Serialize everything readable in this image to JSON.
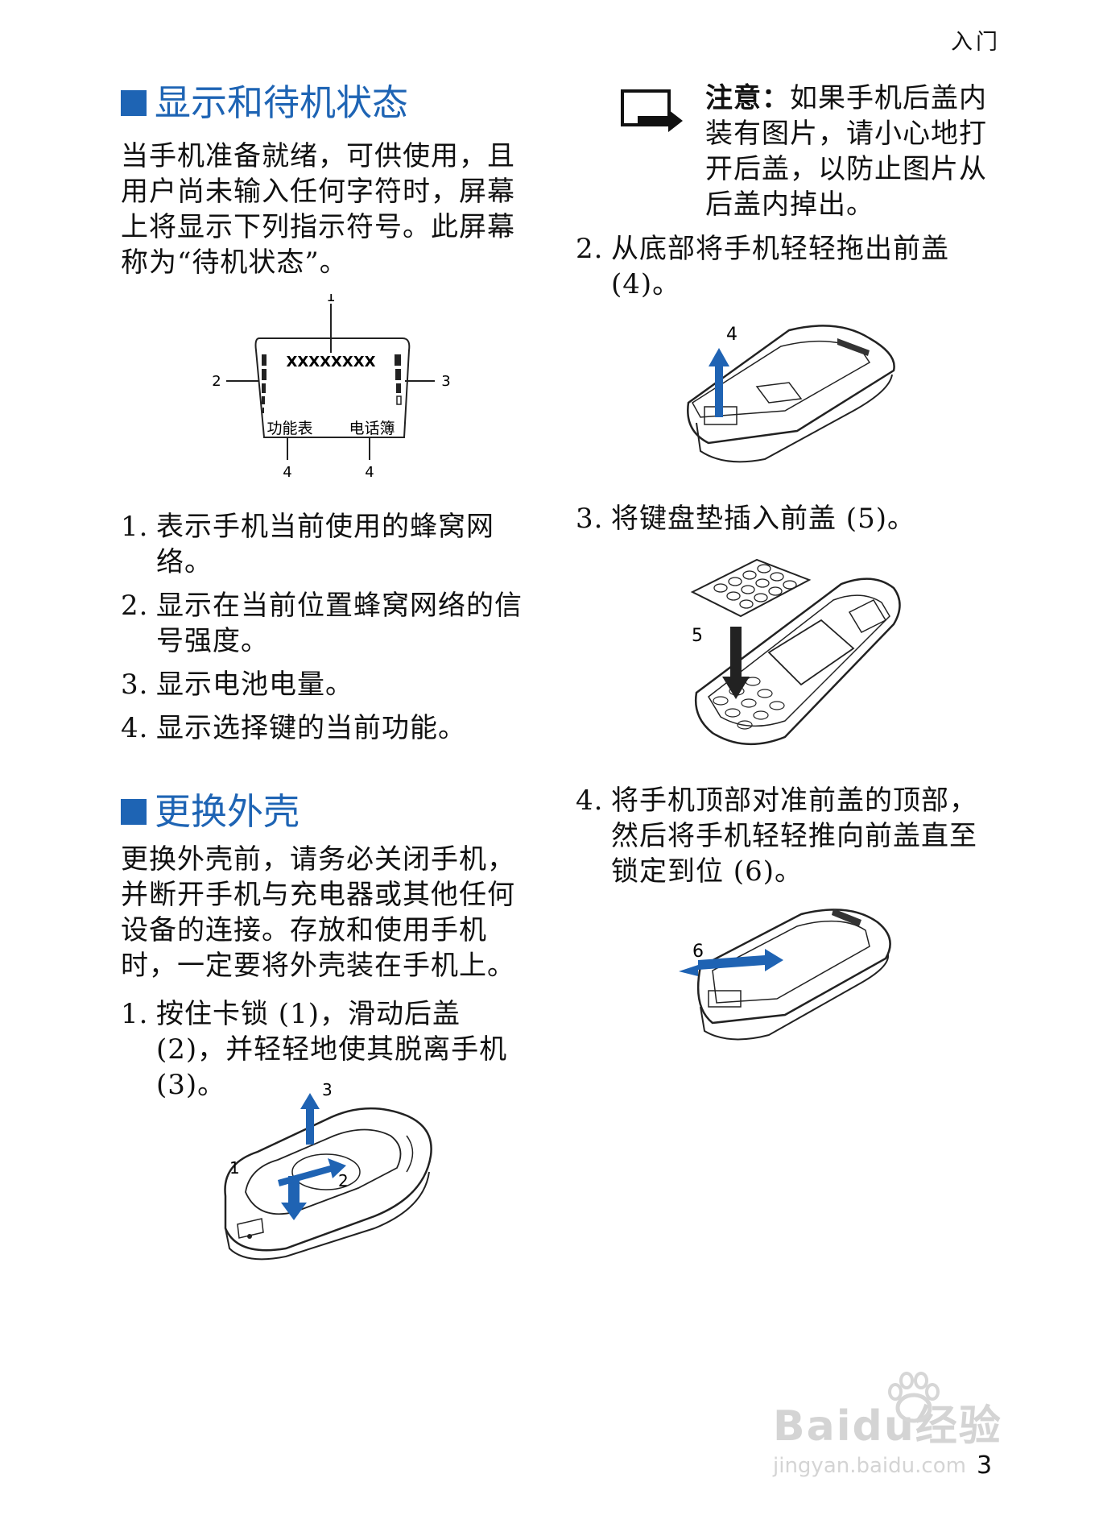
{
  "header": {
    "chapter": "入门"
  },
  "section1": {
    "title": "显示和待机状态",
    "intro": "当手机准备就绪，可供使用，且用户尚未输入任何字符时，屏幕上将显示下列指示符号。此屏幕称为“待机状态”。",
    "diagram": {
      "screen_text": "XXXXXXXX",
      "left_softkey": "功能表",
      "right_softkey": "电话簿",
      "callout_1": "1",
      "callout_2": "2",
      "callout_3": "3",
      "callout_4a": "4",
      "callout_4b": "4"
    },
    "items": [
      {
        "num": "1.",
        "text": "表示手机当前使用的蜂窝网络。"
      },
      {
        "num": "2.",
        "text": "显示在当前位置蜂窝网络的信号强度。"
      },
      {
        "num": "3.",
        "text": "显示电池电量。"
      },
      {
        "num": "4.",
        "text": "显示选择键的当前功能。"
      }
    ]
  },
  "section2": {
    "title": "更换外壳",
    "intro": "更换外壳前，请务必关闭手机，并断开手机与充电器或其他任何设备的连接。存放和使用手机时，一定要将外壳装在手机上。",
    "step1": {
      "num": "1.",
      "text": "按住卡锁 (1)，滑动后盖 (2)，并轻轻地使其脱离手机 (3)。"
    },
    "fig1_labels": {
      "a": "1",
      "b": "2",
      "c": "3"
    }
  },
  "right": {
    "note_label": "注意：",
    "note_text": "如果手机后盖内装有图片，请小心地打开后盖，以防止图片从后盖内掉出。",
    "step2": {
      "num": "2.",
      "text": "从底部将手机轻轻拖出前盖 (4)。"
    },
    "fig2_label": "4",
    "step3": {
      "num": "3.",
      "text": "将键盘垫插入前盖 (5)。"
    },
    "fig3_label": "5",
    "step4": {
      "num": "4.",
      "text": "将手机顶部对准前盖的顶部，然后将手机轻轻推向前盖直至锁定到位 (6)。"
    },
    "fig4_label": "6"
  },
  "footer": {
    "page_number": "3"
  },
  "watermark": {
    "brand": "Baidu经验",
    "url": "jingyan.baidu.com"
  },
  "colors": {
    "heading_blue": "#1e64b4",
    "arrow_blue": "#1f63b3"
  }
}
